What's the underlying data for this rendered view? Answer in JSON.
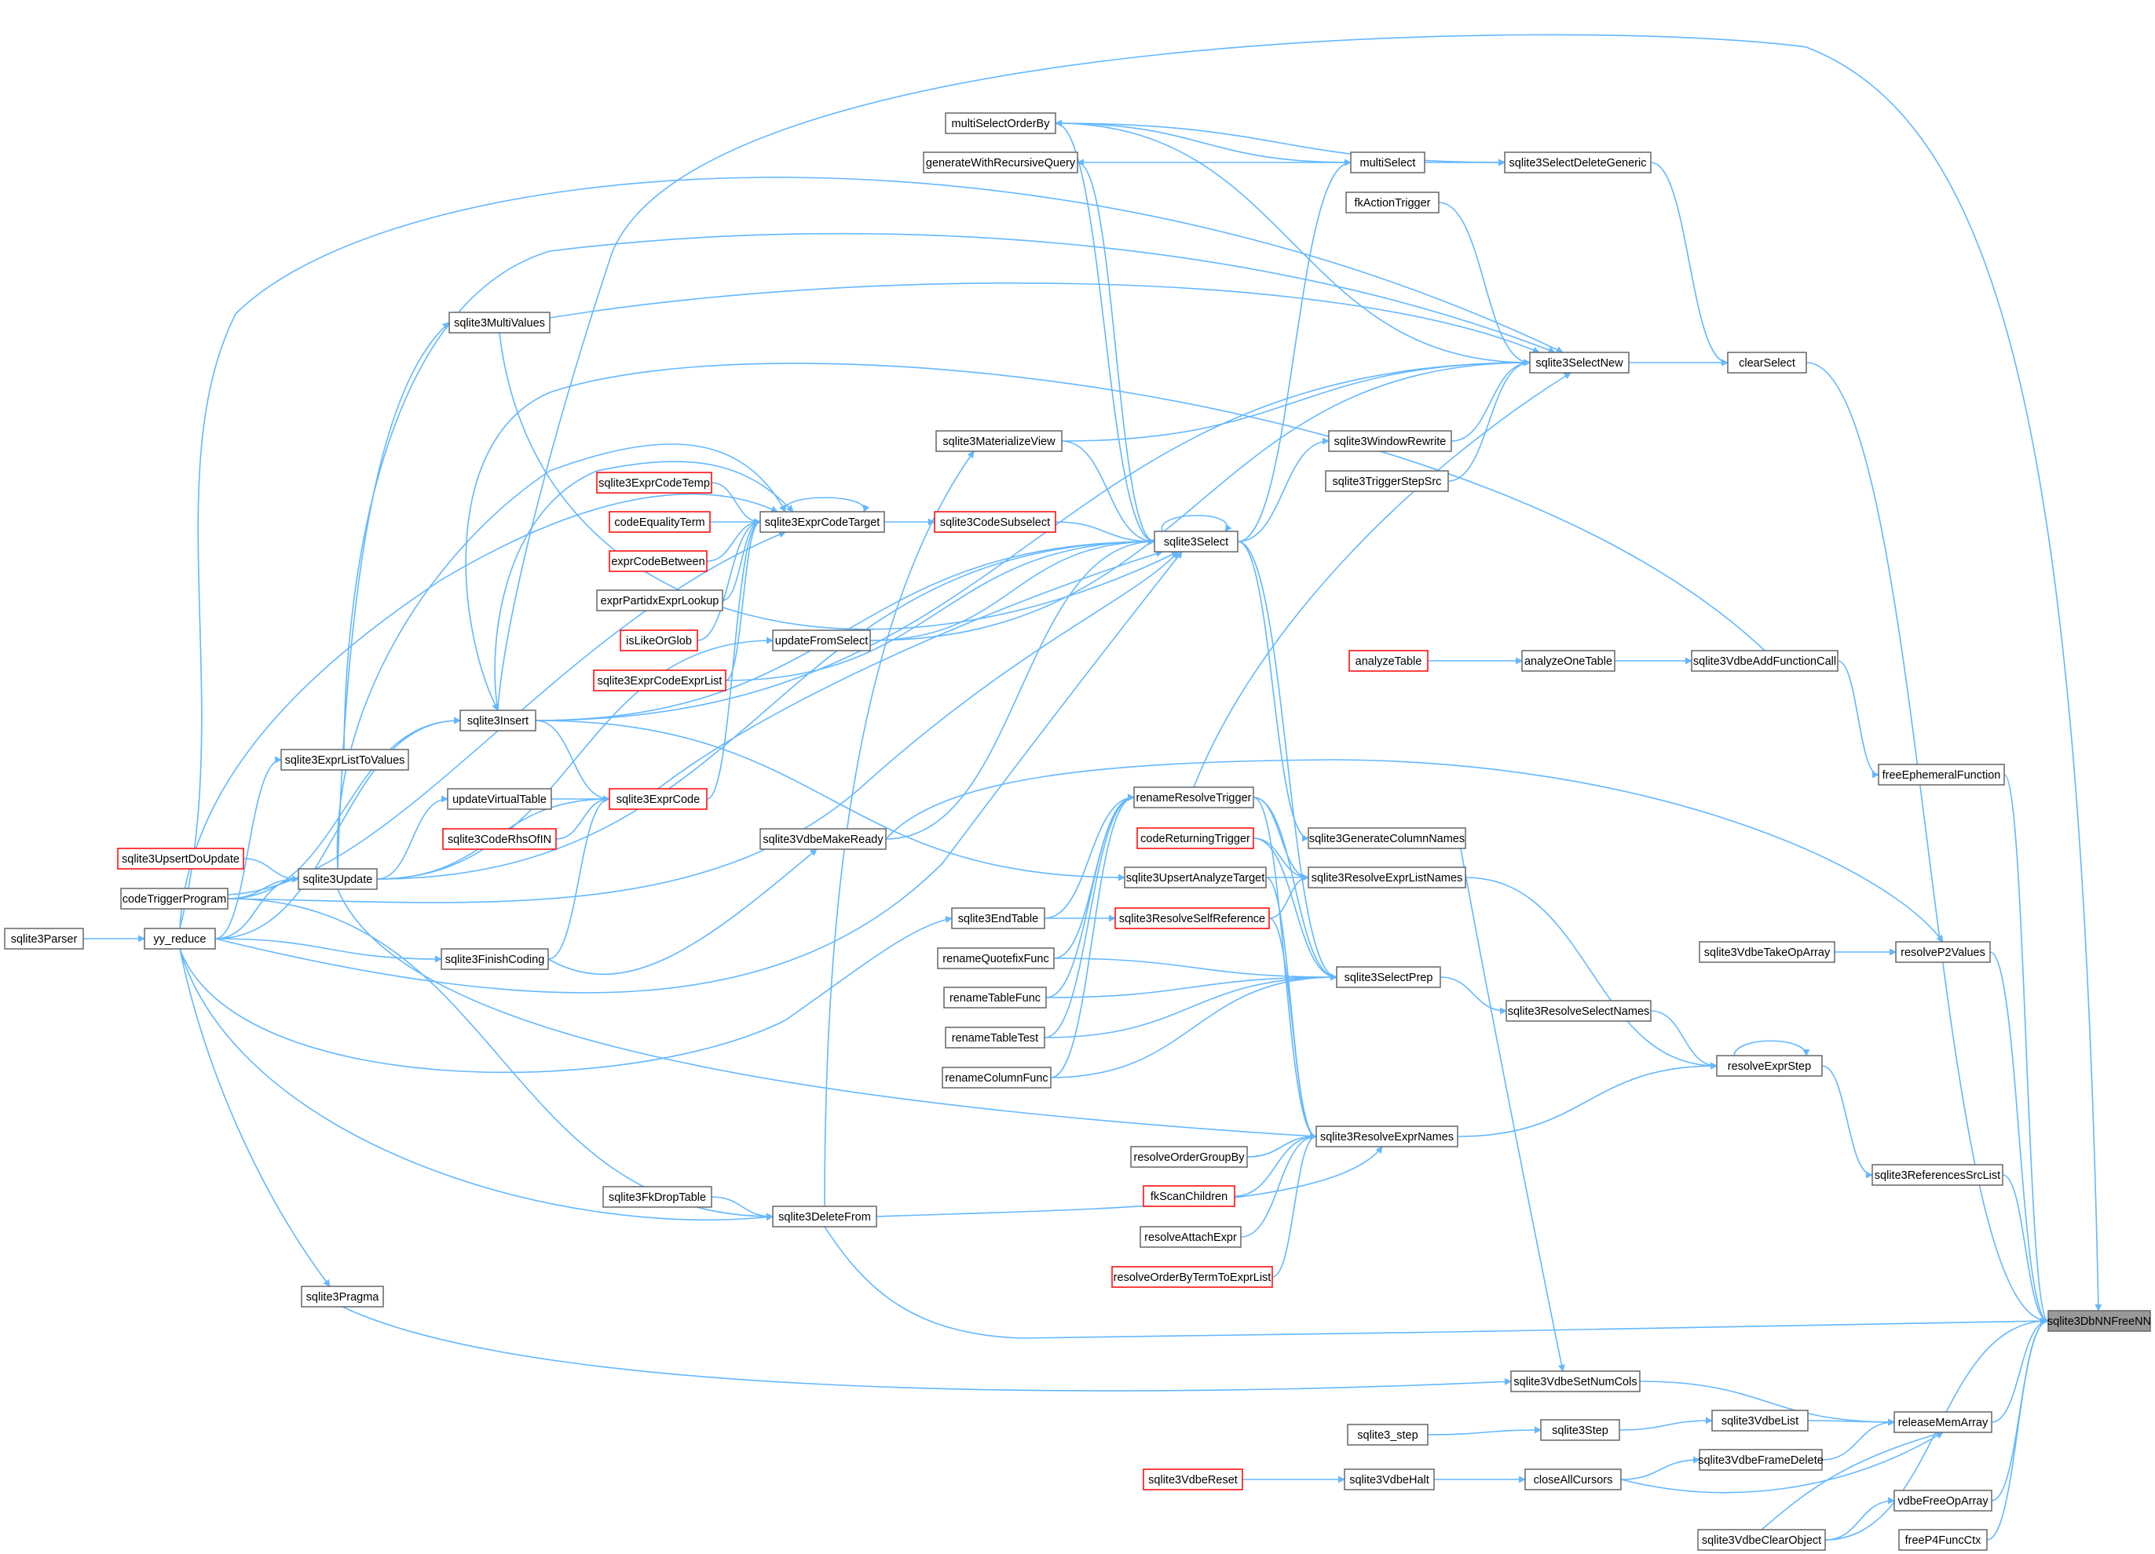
{
  "root": "n_sqlite3DbNNFreeNN",
  "colors": {
    "edge": "#63b8ff",
    "box_border": "#666666",
    "truncated_border": "#ff0000",
    "root_fill": "#999999",
    "background": "#ffffff"
  },
  "nodes": [
    {
      "id": "n_sqlite3DbNNFreeNN",
      "label": "sqlite3DbNNFreeNN",
      "style": "root"
    },
    {
      "id": "n_clearSelect",
      "label": "clearSelect",
      "style": "normal"
    },
    {
      "id": "n_freeEphemeralFunction",
      "label": "freeEphemeralFunction",
      "style": "normal"
    },
    {
      "id": "n_resolveP2Values",
      "label": "resolveP2Values",
      "style": "normal"
    },
    {
      "id": "n_sqlite3ReferencesSrcList",
      "label": "sqlite3ReferencesSrcList",
      "style": "normal"
    },
    {
      "id": "n_releaseMemArray",
      "label": "releaseMemArray",
      "style": "normal"
    },
    {
      "id": "n_vdbeFreeOpArray",
      "label": "vdbeFreeOpArray",
      "style": "normal"
    },
    {
      "id": "n_freeP4FuncCtx",
      "label": "freeP4FuncCtx",
      "style": "normal"
    },
    {
      "id": "n_sqlite3SelectNew",
      "label": "sqlite3SelectNew",
      "style": "normal"
    },
    {
      "id": "n_sqlite3SelectDeleteGeneric",
      "label": "sqlite3SelectDeleteGeneric",
      "style": "normal"
    },
    {
      "id": "n_multiSelect",
      "label": "multiSelect",
      "style": "normal"
    },
    {
      "id": "n_multiSelectOrderBy",
      "label": "multiSelectOrderBy",
      "style": "normal"
    },
    {
      "id": "n_generateWithRecursiveQuery",
      "label": "generateWithRecursiveQuery",
      "style": "normal"
    },
    {
      "id": "n_fkActionTrigger",
      "label": "fkActionTrigger",
      "style": "normal"
    },
    {
      "id": "n_sqlite3MultiValues",
      "label": "sqlite3MultiValues",
      "style": "normal"
    },
    {
      "id": "n_sqlite3WindowRewrite",
      "label": "sqlite3WindowRewrite",
      "style": "normal"
    },
    {
      "id": "n_sqlite3TriggerStepSrc",
      "label": "sqlite3TriggerStepSrc",
      "style": "normal"
    },
    {
      "id": "n_sqlite3MaterializeView",
      "label": "sqlite3MaterializeView",
      "style": "normal"
    },
    {
      "id": "n_sqlite3ExprCodeTemp",
      "label": "sqlite3ExprCodeTemp",
      "style": "truncated"
    },
    {
      "id": "n_sqlite3ExprCodeTarget",
      "label": "sqlite3ExprCodeTarget",
      "style": "normal"
    },
    {
      "id": "n_codeEqualityTerm",
      "label": "codeEqualityTerm",
      "style": "truncated"
    },
    {
      "id": "n_exprCodeBetween",
      "label": "exprCodeBetween",
      "style": "truncated"
    },
    {
      "id": "n_exprPartidxExprLookup",
      "label": "exprPartidxExprLookup",
      "style": "normal"
    },
    {
      "id": "n_isLikeOrGlob",
      "label": "isLikeOrGlob",
      "style": "truncated"
    },
    {
      "id": "n_sqlite3ExprCodeExprList",
      "label": "sqlite3ExprCodeExprList",
      "style": "truncated"
    },
    {
      "id": "n_sqlite3CodeSubselect",
      "label": "sqlite3CodeSubselect",
      "style": "truncated"
    },
    {
      "id": "n_sqlite3Select",
      "label": "sqlite3Select",
      "style": "normal"
    },
    {
      "id": "n_updateFromSelect",
      "label": "updateFromSelect",
      "style": "normal"
    },
    {
      "id": "n_analyzeTable",
      "label": "analyzeTable",
      "style": "truncated"
    },
    {
      "id": "n_analyzeOneTable",
      "label": "analyzeOneTable",
      "style": "normal"
    },
    {
      "id": "n_sqlite3VdbeAddFunctionCall",
      "label": "sqlite3VdbeAddFunctionCall",
      "style": "normal"
    },
    {
      "id": "n_sqlite3Insert",
      "label": "sqlite3Insert",
      "style": "normal"
    },
    {
      "id": "n_sqlite3ExprListToValues",
      "label": "sqlite3ExprListToValues",
      "style": "normal"
    },
    {
      "id": "n_updateVirtualTable",
      "label": "updateVirtualTable",
      "style": "normal"
    },
    {
      "id": "n_sqlite3ExprCode",
      "label": "sqlite3ExprCode",
      "style": "truncated"
    },
    {
      "id": "n_sqlite3CodeRhsOfIN",
      "label": "sqlite3CodeRhsOfIN",
      "style": "truncated"
    },
    {
      "id": "n_sqlite3VdbeMakeReady",
      "label": "sqlite3VdbeMakeReady",
      "style": "normal"
    },
    {
      "id": "n_renameResolveTrigger",
      "label": "renameResolveTrigger",
      "style": "normal"
    },
    {
      "id": "n_sqlite3GenerateColumnNames",
      "label": "sqlite3GenerateColumnNames",
      "style": "normal"
    },
    {
      "id": "n_codeReturningTrigger",
      "label": "codeReturningTrigger",
      "style": "truncated"
    },
    {
      "id": "n_sqlite3ResolveExprListNames",
      "label": "sqlite3ResolveExprListNames",
      "style": "normal"
    },
    {
      "id": "n_sqlite3UpsertAnalyzeTarget",
      "label": "sqlite3UpsertAnalyzeTarget",
      "style": "normal"
    },
    {
      "id": "n_sqlite3UpsertDoUpdate",
      "label": "sqlite3UpsertDoUpdate",
      "style": "truncated"
    },
    {
      "id": "n_sqlite3Update",
      "label": "sqlite3Update",
      "style": "normal"
    },
    {
      "id": "n_codeTriggerProgram",
      "label": "codeTriggerProgram",
      "style": "normal"
    },
    {
      "id": "n_sqlite3Parser",
      "label": "sqlite3Parser",
      "style": "normal"
    },
    {
      "id": "n_yy_reduce",
      "label": "yy_reduce",
      "style": "normal"
    },
    {
      "id": "n_sqlite3FinishCoding",
      "label": "sqlite3FinishCoding",
      "style": "normal"
    },
    {
      "id": "n_sqlite3EndTable",
      "label": "sqlite3EndTable",
      "style": "normal"
    },
    {
      "id": "n_sqlite3ResolveSelfReference",
      "label": "sqlite3ResolveSelfReference",
      "style": "truncated"
    },
    {
      "id": "n_renameQuotefixFunc",
      "label": "renameQuotefixFunc",
      "style": "normal"
    },
    {
      "id": "n_renameTableFunc",
      "label": "renameTableFunc",
      "style": "normal"
    },
    {
      "id": "n_renameTableTest",
      "label": "renameTableTest",
      "style": "normal"
    },
    {
      "id": "n_renameColumnFunc",
      "label": "renameColumnFunc",
      "style": "normal"
    },
    {
      "id": "n_sqlite3SelectPrep",
      "label": "sqlite3SelectPrep",
      "style": "normal"
    },
    {
      "id": "n_sqlite3ResolveSelectNames",
      "label": "sqlite3ResolveSelectNames",
      "style": "normal"
    },
    {
      "id": "n_sqlite3VdbeTakeOpArray",
      "label": "sqlite3VdbeTakeOpArray",
      "style": "normal"
    },
    {
      "id": "n_resolveExprStep",
      "label": "resolveExprStep",
      "style": "normal"
    },
    {
      "id": "n_sqlite3ResolveExprNames",
      "label": "sqlite3ResolveExprNames",
      "style": "normal"
    },
    {
      "id": "n_resolveOrderGroupBy",
      "label": "resolveOrderGroupBy",
      "style": "normal"
    },
    {
      "id": "n_fkScanChildren",
      "label": "fkScanChildren",
      "style": "truncated"
    },
    {
      "id": "n_resolveAttachExpr",
      "label": "resolveAttachExpr",
      "style": "normal"
    },
    {
      "id": "n_resolveOrderByTermToExprList",
      "label": "resolveOrderByTermToExprList",
      "style": "truncated"
    },
    {
      "id": "n_sqlite3FkDropTable",
      "label": "sqlite3FkDropTable",
      "style": "normal"
    },
    {
      "id": "n_sqlite3DeleteFrom",
      "label": "sqlite3DeleteFrom",
      "style": "normal"
    },
    {
      "id": "n_sqlite3Pragma",
      "label": "sqlite3Pragma",
      "style": "normal"
    },
    {
      "id": "n_sqlite3VdbeSetNumCols",
      "label": "sqlite3VdbeSetNumCols",
      "style": "normal"
    },
    {
      "id": "n_sqlite3_step",
      "label": "sqlite3_step",
      "style": "normal"
    },
    {
      "id": "n_sqlite3Step",
      "label": "sqlite3Step",
      "style": "normal"
    },
    {
      "id": "n_sqlite3VdbeList",
      "label": "sqlite3VdbeList",
      "style": "normal"
    },
    {
      "id": "n_sqlite3VdbeFrameDelete",
      "label": "sqlite3VdbeFrameDelete",
      "style": "normal"
    },
    {
      "id": "n_sqlite3VdbeReset",
      "label": "sqlite3VdbeReset",
      "style": "truncated"
    },
    {
      "id": "n_sqlite3VdbeHalt",
      "label": "sqlite3VdbeHalt",
      "style": "normal"
    },
    {
      "id": "n_closeAllCursors",
      "label": "closeAllCursors",
      "style": "normal"
    },
    {
      "id": "n_sqlite3VdbeClearObject",
      "label": "sqlite3VdbeClearObject",
      "style": "normal"
    }
  ],
  "edges": [
    [
      "n_clearSelect",
      "n_sqlite3DbNNFreeNN"
    ],
    [
      "n_freeEphemeralFunction",
      "n_sqlite3DbNNFreeNN"
    ],
    [
      "n_resolveP2Values",
      "n_sqlite3DbNNFreeNN"
    ],
    [
      "n_sqlite3ReferencesSrcList",
      "n_sqlite3DbNNFreeNN"
    ],
    [
      "n_releaseMemArray",
      "n_sqlite3DbNNFreeNN"
    ],
    [
      "n_vdbeFreeOpArray",
      "n_sqlite3DbNNFreeNN"
    ],
    [
      "n_freeP4FuncCtx",
      "n_sqlite3DbNNFreeNN"
    ],
    [
      "n_sqlite3VdbeClearObject",
      "n_sqlite3DbNNFreeNN"
    ],
    [
      "n_sqlite3DeleteFrom",
      "n_sqlite3DbNNFreeNN"
    ],
    [
      "n_sqlite3Insert",
      "n_sqlite3DbNNFreeNN"
    ],
    [
      "n_sqlite3SelectNew",
      "n_clearSelect"
    ],
    [
      "n_sqlite3SelectDeleteGeneric",
      "n_clearSelect"
    ],
    [
      "n_sqlite3VdbeAddFunctionCall",
      "n_freeEphemeralFunction"
    ],
    [
      "n_sqlite3VdbeTakeOpArray",
      "n_resolveP2Values"
    ],
    [
      "n_sqlite3VdbeMakeReady",
      "n_resolveP2Values"
    ],
    [
      "n_resolveExprStep",
      "n_sqlite3ReferencesSrcList"
    ],
    [
      "n_sqlite3VdbeSetNumCols",
      "n_releaseMemArray"
    ],
    [
      "n_sqlite3VdbeList",
      "n_releaseMemArray"
    ],
    [
      "n_sqlite3VdbeFrameDelete",
      "n_releaseMemArray"
    ],
    [
      "n_closeAllCursors",
      "n_releaseMemArray"
    ],
    [
      "n_sqlite3VdbeClearObject",
      "n_releaseMemArray"
    ],
    [
      "n_sqlite3VdbeClearObject",
      "n_vdbeFreeOpArray"
    ],
    [
      "n_multiSelect",
      "n_sqlite3SelectDeleteGeneric"
    ],
    [
      "n_multiSelectOrderBy",
      "n_sqlite3SelectDeleteGeneric"
    ],
    [
      "n_multiSelect",
      "n_multiSelectOrderBy"
    ],
    [
      "n_multiSelect",
      "n_generateWithRecursiveQuery"
    ],
    [
      "n_multiSelectOrderBy",
      "n_sqlite3SelectNew"
    ],
    [
      "n_fkActionTrigger",
      "n_sqlite3SelectNew"
    ],
    [
      "n_sqlite3MultiValues",
      "n_sqlite3SelectNew"
    ],
    [
      "n_sqlite3WindowRewrite",
      "n_sqlite3SelectNew"
    ],
    [
      "n_sqlite3TriggerStepSrc",
      "n_sqlite3SelectNew"
    ],
    [
      "n_sqlite3MaterializeView",
      "n_sqlite3SelectNew"
    ],
    [
      "n_updateFromSelect",
      "n_sqlite3SelectNew"
    ],
    [
      "n_renameResolveTrigger",
      "n_sqlite3SelectNew"
    ],
    [
      "n_sqlite3Insert",
      "n_sqlite3SelectNew"
    ],
    [
      "n_sqlite3ExprListToValues",
      "n_sqlite3SelectNew"
    ],
    [
      "n_yy_reduce",
      "n_sqlite3SelectNew"
    ],
    [
      "n_sqlite3Select",
      "n_multiSelect"
    ],
    [
      "n_sqlite3Select",
      "n_multiSelectOrderBy"
    ],
    [
      "n_sqlite3Select",
      "n_generateWithRecursiveQuery"
    ],
    [
      "n_sqlite3Select",
      "n_sqlite3WindowRewrite"
    ],
    [
      "n_sqlite3Select",
      "n_sqlite3Select"
    ],
    [
      "n_sqlite3CodeSubselect",
      "n_sqlite3Select"
    ],
    [
      "n_sqlite3MaterializeView",
      "n_sqlite3Select"
    ],
    [
      "n_sqlite3MultiValues",
      "n_sqlite3Select"
    ],
    [
      "n_updateFromSelect",
      "n_sqlite3Select"
    ],
    [
      "n_sqlite3Insert",
      "n_sqlite3Select"
    ],
    [
      "n_sqlite3VdbeMakeReady",
      "n_sqlite3Select"
    ],
    [
      "n_yy_reduce",
      "n_sqlite3Select"
    ],
    [
      "n_sqlite3Update",
      "n_sqlite3Select"
    ],
    [
      "n_codeTriggerProgram",
      "n_sqlite3Select"
    ],
    [
      "n_sqlite3ExprCodeExprList",
      "n_sqlite3Select"
    ],
    [
      "n_sqlite3ExprCode",
      "n_sqlite3Select"
    ],
    [
      "n_sqlite3ExprCodeTarget",
      "n_sqlite3CodeSubselect"
    ],
    [
      "n_sqlite3ExprCodeTarget",
      "n_sqlite3ExprCodeTarget"
    ],
    [
      "n_sqlite3ExprCodeTemp",
      "n_sqlite3ExprCodeTarget"
    ],
    [
      "n_codeEqualityTerm",
      "n_sqlite3ExprCodeTarget"
    ],
    [
      "n_exprCodeBetween",
      "n_sqlite3ExprCodeTarget"
    ],
    [
      "n_exprPartidxExprLookup",
      "n_sqlite3ExprCodeTarget"
    ],
    [
      "n_isLikeOrGlob",
      "n_sqlite3ExprCodeTarget"
    ],
    [
      "n_sqlite3ExprCodeExprList",
      "n_sqlite3ExprCodeTarget"
    ],
    [
      "n_sqlite3ExprCode",
      "n_sqlite3ExprCodeTarget"
    ],
    [
      "n_sqlite3Insert",
      "n_sqlite3ExprCodeTarget"
    ],
    [
      "n_yy_reduce",
      "n_sqlite3ExprCodeTarget"
    ],
    [
      "n_sqlite3Update",
      "n_sqlite3ExprCodeTarget"
    ],
    [
      "n_codeTriggerProgram",
      "n_sqlite3ExprCodeTarget"
    ],
    [
      "n_updateVirtualTable",
      "n_sqlite3ExprCode"
    ],
    [
      "n_sqlite3CodeRhsOfIN",
      "n_sqlite3ExprCode"
    ],
    [
      "n_sqlite3Insert",
      "n_sqlite3ExprCode"
    ],
    [
      "n_sqlite3Update",
      "n_sqlite3ExprCode"
    ],
    [
      "n_sqlite3FinishCoding",
      "n_sqlite3ExprCode"
    ],
    [
      "n_sqlite3Update",
      "n_updateFromSelect"
    ],
    [
      "n_sqlite3DeleteFrom",
      "n_sqlite3MaterializeView"
    ],
    [
      "n_sqlite3Update",
      "n_updateVirtualTable"
    ],
    [
      "n_sqlite3Update",
      "n_sqlite3MultiValues"
    ],
    [
      "n_yy_reduce",
      "n_sqlite3ExprListToValues"
    ],
    [
      "n_sqlite3UpsertDoUpdate",
      "n_sqlite3Update"
    ],
    [
      "n_codeTriggerProgram",
      "n_sqlite3Update"
    ],
    [
      "n_yy_reduce",
      "n_sqlite3Update"
    ],
    [
      "n_sqlite3Parser",
      "n_yy_reduce"
    ],
    [
      "n_codeTriggerProgram",
      "n_sqlite3Insert"
    ],
    [
      "n_yy_reduce",
      "n_sqlite3Insert"
    ],
    [
      "n_sqlite3Insert",
      "n_sqlite3UpsertAnalyzeTarget"
    ],
    [
      "n_yy_reduce",
      "n_sqlite3FinishCoding"
    ],
    [
      "n_sqlite3FinishCoding",
      "n_sqlite3VdbeMakeReady"
    ],
    [
      "n_yy_reduce",
      "n_sqlite3EndTable"
    ],
    [
      "n_yy_reduce",
      "n_sqlite3Pragma"
    ],
    [
      "n_yy_reduce",
      "n_sqlite3DeleteFrom"
    ],
    [
      "n_codeTriggerProgram",
      "n_sqlite3DeleteFrom"
    ],
    [
      "n_sqlite3FkDropTable",
      "n_sqlite3DeleteFrom"
    ],
    [
      "n_analyzeTable",
      "n_analyzeOneTable"
    ],
    [
      "n_analyzeOneTable",
      "n_sqlite3VdbeAddFunctionCall"
    ],
    [
      "n_sqlite3VdbeAddFunctionCall",
      "n_sqlite3Insert"
    ],
    [
      "n_sqlite3Select",
      "n_sqlite3GenerateColumnNames"
    ],
    [
      "n_sqlite3GenerateColumnNames",
      "n_sqlite3VdbeSetNumCols"
    ],
    [
      "n_sqlite3Pragma",
      "n_sqlite3VdbeSetNumCols"
    ],
    [
      "n_sqlite3EndTable",
      "n_sqlite3ResolveSelfReference"
    ],
    [
      "n_sqlite3ResolveSelfReference",
      "n_sqlite3ResolveExprListNames"
    ],
    [
      "n_sqlite3ResolveSelfReference",
      "n_sqlite3ResolveExprNames"
    ],
    [
      "n_renameResolveTrigger",
      "n_sqlite3ResolveExprListNames"
    ],
    [
      "n_renameResolveTrigger",
      "n_sqlite3ResolveExprNames"
    ],
    [
      "n_renameResolveTrigger",
      "n_sqlite3SelectPrep"
    ],
    [
      "n_codeReturningTrigger",
      "n_sqlite3ResolveExprListNames"
    ],
    [
      "n_codeReturningTrigger",
      "n_sqlite3SelectPrep"
    ],
    [
      "n_sqlite3UpsertAnalyzeTarget",
      "n_sqlite3ResolveExprListNames"
    ],
    [
      "n_sqlite3UpsertAnalyzeTarget",
      "n_sqlite3ResolveExprNames"
    ],
    [
      "n_renameQuotefixFunc",
      "n_sqlite3SelectPrep"
    ],
    [
      "n_renameTableFunc",
      "n_sqlite3SelectPrep"
    ],
    [
      "n_renameTableTest",
      "n_sqlite3SelectPrep"
    ],
    [
      "n_renameColumnFunc",
      "n_sqlite3SelectPrep"
    ],
    [
      "n_renameQuotefixFunc",
      "n_renameResolveTrigger"
    ],
    [
      "n_renameTableFunc",
      "n_renameResolveTrigger"
    ],
    [
      "n_renameTableTest",
      "n_renameResolveTrigger"
    ],
    [
      "n_renameColumnFunc",
      "n_renameResolveTrigger"
    ],
    [
      "n_sqlite3EndTable",
      "n_renameResolveTrigger"
    ],
    [
      "n_sqlite3Select",
      "n_sqlite3SelectPrep"
    ],
    [
      "n_sqlite3SelectPrep",
      "n_sqlite3ResolveSelectNames"
    ],
    [
      "n_sqlite3ResolveSelectNames",
      "n_resolveExprStep"
    ],
    [
      "n_resolveExprStep",
      "n_resolveExprStep"
    ],
    [
      "n_sqlite3ResolveExprListNames",
      "n_resolveExprStep"
    ],
    [
      "n_sqlite3ResolveExprNames",
      "n_resolveExprStep"
    ],
    [
      "n_resolveOrderGroupBy",
      "n_sqlite3ResolveExprNames"
    ],
    [
      "n_fkScanChildren",
      "n_sqlite3ResolveExprNames"
    ],
    [
      "n_resolveAttachExpr",
      "n_sqlite3ResolveExprNames"
    ],
    [
      "n_resolveOrderByTermToExprList",
      "n_sqlite3ResolveExprNames"
    ],
    [
      "n_sqlite3Update",
      "n_sqlite3ResolveExprNames"
    ],
    [
      "n_sqlite3DeleteFrom",
      "n_sqlite3ResolveExprNames"
    ],
    [
      "n_sqlite3_step",
      "n_sqlite3Step"
    ],
    [
      "n_sqlite3Step",
      "n_sqlite3VdbeList"
    ],
    [
      "n_sqlite3VdbeReset",
      "n_sqlite3VdbeHalt"
    ],
    [
      "n_sqlite3VdbeHalt",
      "n_closeAllCursors"
    ],
    [
      "n_closeAllCursors",
      "n_sqlite3VdbeFrameDelete"
    ]
  ]
}
